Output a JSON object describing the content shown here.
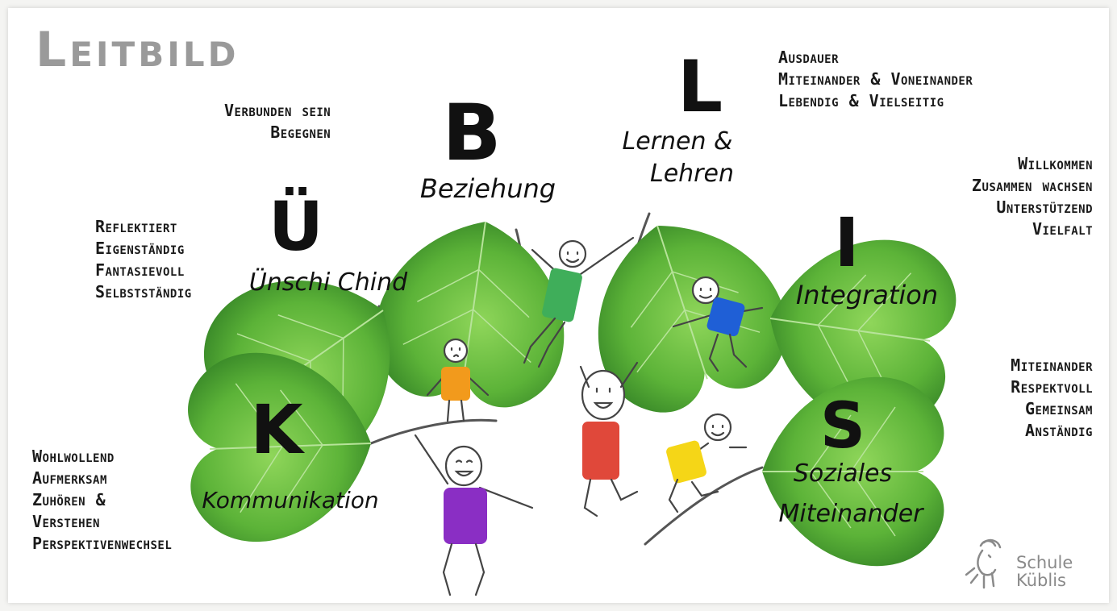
{
  "title": "Leitbild",
  "leaves": [
    {
      "letter": "B",
      "label_lines": [
        "Beziehung"
      ]
    },
    {
      "letter": "L",
      "label_lines": [
        "Lernen &",
        "Lehren"
      ]
    },
    {
      "letter": "Ü",
      "label_lines": [
        "Ünschi Chind"
      ]
    },
    {
      "letter": "I",
      "label_lines": [
        "Integration"
      ]
    },
    {
      "letter": "K",
      "label_lines": [
        "Kommunikation"
      ]
    },
    {
      "letter": "S",
      "label_lines": [
        "Soziales",
        "Miteinander"
      ]
    }
  ],
  "keywords": {
    "b": [
      "Verbunden sein",
      "Begegnen"
    ],
    "l": [
      "Ausdauer",
      "Miteinander & Voneinander",
      "Lebendig & Vielseitig"
    ],
    "u": [
      "Reflektiert",
      "Eigenständig",
      "Fantasievoll",
      "Selbstständig"
    ],
    "i": [
      "Willkommen",
      "Zusammen wachsen",
      "Unterstützend",
      "Vielfalt"
    ],
    "k": [
      "Wohlwollend",
      "Aufmerksam",
      "Zuhören &",
      "Verstehen",
      "Perspektivenwechsel"
    ],
    "s": [
      "Miteinander",
      "Respektvoll",
      "Gemeinsam",
      "Anständig"
    ]
  },
  "logo": {
    "line1": "Schule",
    "line2": "Küblis"
  },
  "colors": {
    "leaf_light": "#8fd65a",
    "leaf_mid": "#5cb338",
    "leaf_dark": "#2f7d24",
    "vein": "#b7e39a",
    "title_gray": "#9a9a9a",
    "shirt_green": "#3fae5a",
    "shirt_blue": "#1f5fd6",
    "shirt_orange": "#f29a1c",
    "shirt_red": "#e0483a",
    "shirt_yellow": "#f5d617",
    "shirt_purple": "#8a2ec4"
  }
}
